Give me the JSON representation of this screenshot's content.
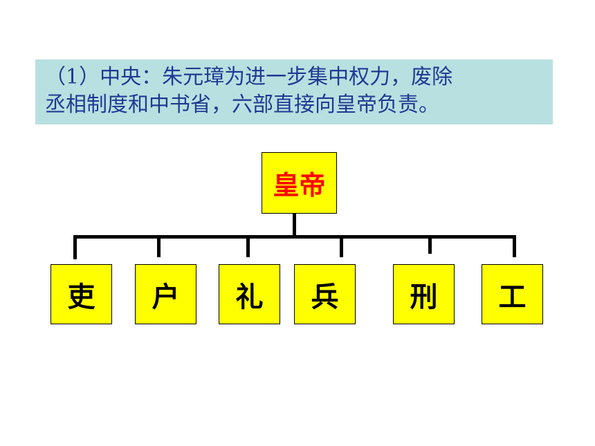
{
  "caption": {
    "line1": "（1）中央：朱元璋为进一步集中权力，废除",
    "line2": "丞相制度和中书省，六部直接向皇帝负责。"
  },
  "diagram": {
    "root": {
      "label": "皇帝"
    },
    "ministries": [
      {
        "label": "吏"
      },
      {
        "label": "户"
      },
      {
        "label": "礼"
      },
      {
        "label": "兵"
      },
      {
        "label": "刑"
      },
      {
        "label": "工"
      }
    ]
  },
  "colors": {
    "caption_background": "#b9e0e0",
    "caption_text": "#1f3a93",
    "box_fill": "#ffff00",
    "root_text": "#ff0000",
    "ministry_text": "#000000",
    "connector": "#000000"
  }
}
